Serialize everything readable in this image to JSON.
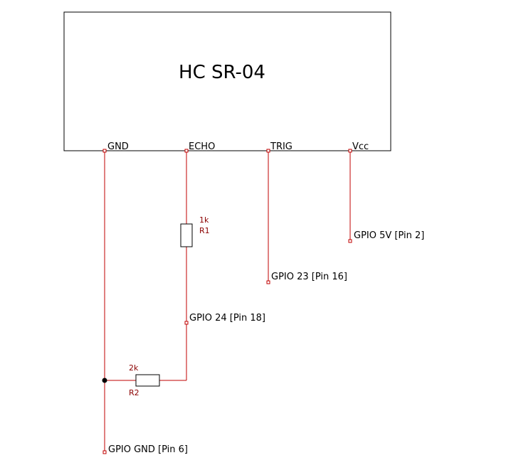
{
  "module": {
    "title": "HC SR-04",
    "pins": {
      "gnd": "GND",
      "echo": "ECHO",
      "trig": "TRIG",
      "vcc": "Vcc"
    }
  },
  "resistors": {
    "r1": {
      "value": "1k",
      "ref": "R1"
    },
    "r2": {
      "value": "2k",
      "ref": "R2"
    }
  },
  "nets": {
    "vcc": "GPIO 5V [Pin 2]",
    "trig": "GPIO 23 [Pin 16]",
    "echo": "GPIO 24 [Pin 18]",
    "gnd": "GPIO GND [Pin 6]"
  },
  "colors": {
    "wire": "#c00000",
    "component_outline": "#000000",
    "part_label": "#8b0000",
    "background": "#ffffff"
  }
}
